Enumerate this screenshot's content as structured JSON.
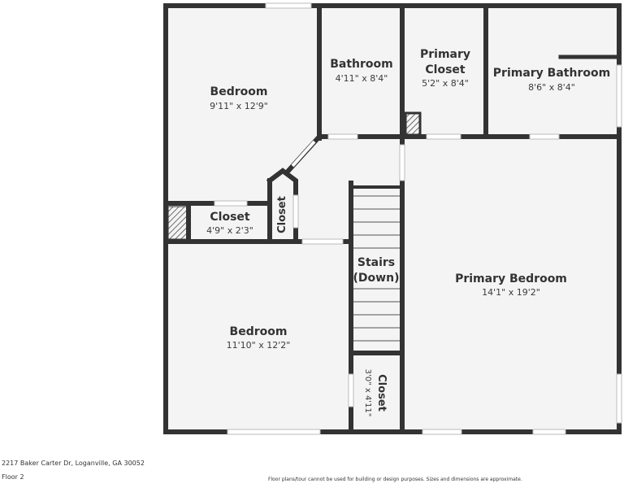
{
  "rooms": {
    "bedroom_top": {
      "name": "Bedroom",
      "dims": "9'11\" x 12'9\""
    },
    "bathroom": {
      "name": "Bathroom",
      "dims": "4'11\" x 8'4\""
    },
    "primary_closet": {
      "name_line1": "Primary",
      "name_line2": "Closet",
      "dims": "5'2\" x 8'4\""
    },
    "primary_bathroom": {
      "name": "Primary Bathroom",
      "dims": "8'6\" x 8'4\""
    },
    "closet_small": {
      "name": "Closet",
      "dims": "4'9\" x 2'3\""
    },
    "closet_vertical": {
      "name": "Closet"
    },
    "stairs": {
      "name_line1": "Stairs",
      "name_line2": "(Down)"
    },
    "primary_bedroom": {
      "name": "Primary Bedroom",
      "dims": "14'1\" x 19'2\""
    },
    "bedroom_bottom": {
      "name": "Bedroom",
      "dims": "11'10\" x 12'2\""
    },
    "closet_rotated": {
      "name": "Closet",
      "dims": "3'0\" x 4'11\""
    }
  },
  "footer": {
    "address": "2217 Baker Carter Dr, Loganville, GA 30052",
    "floor": "Floor 2",
    "disclaimer": "Floor plans/tour cannot be used for building or design purposes. Sizes and dimensions are approximate."
  },
  "colors": {
    "wall": "#333333",
    "floor": "#f4f4f4",
    "opening": "#ffffff"
  }
}
